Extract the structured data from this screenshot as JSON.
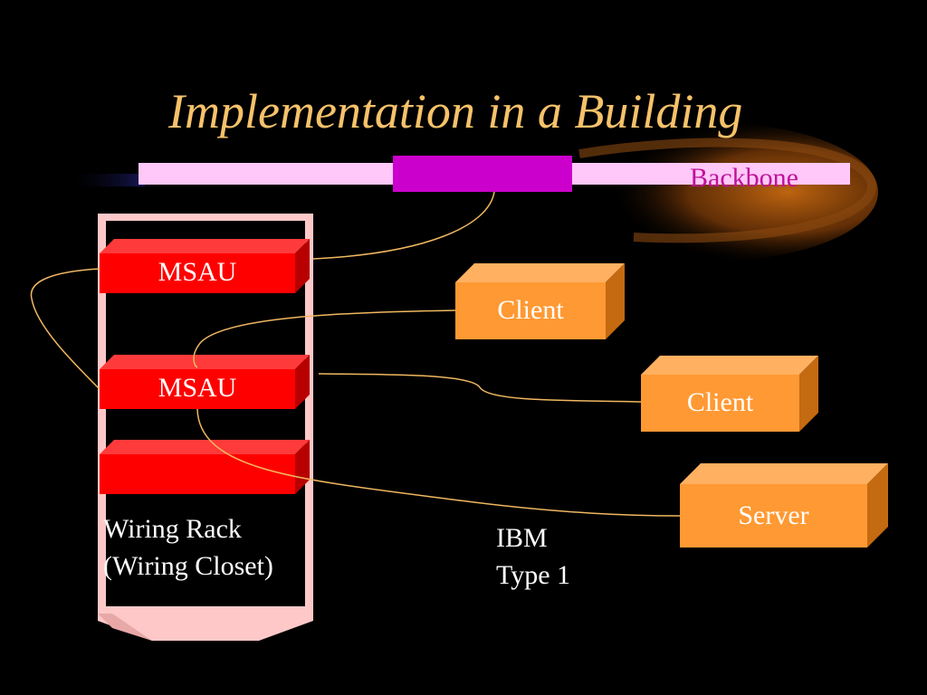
{
  "title": "Implementation in a Building",
  "backbone": {
    "label": "Backbone"
  },
  "rack": {
    "units": [
      {
        "label": "MSAU"
      },
      {
        "label": "MSAU"
      },
      {
        "label": ""
      }
    ],
    "caption_line1": "Wiring Rack",
    "caption_line2": "(Wiring Closet)"
  },
  "devices": [
    {
      "label": "Client"
    },
    {
      "label": "Client"
    },
    {
      "label": "Server"
    }
  ],
  "cable": {
    "line1": "IBM",
    "line2": "Type 1"
  },
  "colors": {
    "background": "#000000",
    "title": "#f6c26a",
    "backbone": "#ffc8f8",
    "backbone_tap": "#cc00cc",
    "backbone_label": "#c0129a",
    "rack_frame": "#ffc8c8",
    "msau": "#ff0000",
    "device": "#ff9933",
    "cable": "#f0b860",
    "text": "#ffffff"
  }
}
